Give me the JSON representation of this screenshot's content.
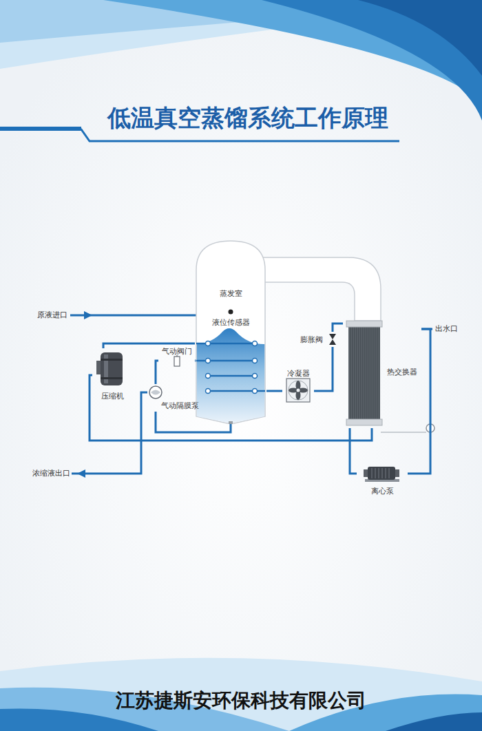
{
  "diagram": {
    "title": "低温真空蒸馏系统工作原理",
    "nodes": [
      {
        "text": [
          "蒸发室",
          "液位传感器"
        ]
      },
      {
        "text": [
          "压缩机"
        ]
      },
      {
        "text": [
          "气动阀门"
        ]
      },
      {
        "text": [
          "气动隔膜泵"
        ]
      },
      {
        "text": [
          "冷凝器"
        ]
      },
      {
        "text": [
          "膨胀阀"
        ]
      },
      {
        "text": [
          "热交换器"
        ]
      },
      {
        "text": [
          "离心泵"
        ]
      }
    ],
    "edges": [
      {
        "from": 1,
        "to": 0,
        "arrow": "none"
      },
      {
        "from": 0,
        "to": 4,
        "arrow": "none"
      },
      {
        "from": 4,
        "to": 5,
        "arrow": "none"
      },
      {
        "from": 5,
        "to": 6,
        "arrow": "none"
      },
      {
        "from": 6,
        "to": 1,
        "arrow": "none"
      },
      {
        "from": 0,
        "to": 3,
        "arrow": "none"
      },
      {
        "from": 3,
        "to": 2,
        "arrow": "none"
      },
      {
        "from": 2,
        "to": 0,
        "arrow": "none"
      },
      {
        "from": 6,
        "to": 7,
        "arrow": "none"
      },
      {
        "from": 7,
        "to": 6,
        "arrow": "none"
      }
    ],
    "labels": [
      "原液进口",
      "浓缩液出口",
      "出水口",
      "江苏捷斯安环保科技有限公司"
    ]
  }
}
